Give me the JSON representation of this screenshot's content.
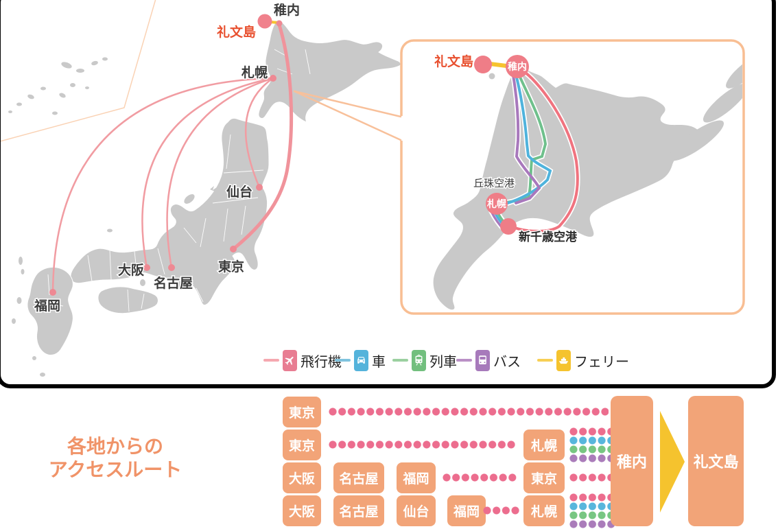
{
  "map_panel": {
    "main_map": {
      "labels": {
        "wakkanai": "稚内",
        "rebun": "礼文島",
        "sapporo": "札幌",
        "sendai": "仙台",
        "tokyo": "東京",
        "nagoya": "名古屋",
        "osaka": "大阪",
        "fukuoka": "福岡"
      },
      "route_colors": {
        "flight_line": "#F19CA2",
        "ferry_line": "#F6C32F",
        "city_dot": "#EE8993"
      }
    },
    "inset": {
      "labels": {
        "rebun": "礼文島",
        "wakkanai": "稚内",
        "okadama": "丘珠空港",
        "sapporo": "札幌",
        "new_chitose": "新千歳空港"
      },
      "route_colors": {
        "flight": "#F0737F",
        "car": "#4FB3DC",
        "train": "#6FC08C",
        "bus": "#A878BC",
        "ferry": "#F6C32F"
      },
      "border_color": "#F8BE93"
    },
    "legend": {
      "items": [
        {
          "label": "飛行機",
          "icon": "airplane-icon",
          "line_color": "#F5A8B0",
          "box_color": "#E87D92"
        },
        {
          "label": "車",
          "icon": "car-icon",
          "line_color": "#7FC3DE",
          "box_color": "#54B3DB"
        },
        {
          "label": "列車",
          "icon": "train-icon",
          "line_color": "#9BD0A0",
          "box_color": "#72BF7E"
        },
        {
          "label": "バス",
          "icon": "bus-icon",
          "line_color": "#BA90C6",
          "box_color": "#A77ABB"
        },
        {
          "label": "フェリー",
          "icon": "ferry-icon",
          "line_color": "#F7CF55",
          "box_color": "#F5C32E"
        }
      ]
    }
  },
  "access_routes": {
    "title_line1": "各地からの",
    "title_line2": "アクセスルート",
    "rows": [
      {
        "boxes": [
          "東京"
        ]
      },
      {
        "boxes": [
          "東京",
          "札幌"
        ]
      },
      {
        "boxes": [
          "大阪",
          "名古屋",
          "福岡",
          "東京"
        ]
      },
      {
        "boxes": [
          "大阪",
          "名古屋",
          "仙台",
          "福岡",
          "札幌"
        ]
      }
    ],
    "hub": "稚内",
    "destination": "礼文島",
    "dot_colors": {
      "flight": "#EC6D8E",
      "car": "#57B6DC",
      "train": "#77C682",
      "bus": "#AA7CBA"
    },
    "box_color": "#F2A478",
    "arrow_color": "#F5C32E",
    "title_color": "#F09368"
  }
}
